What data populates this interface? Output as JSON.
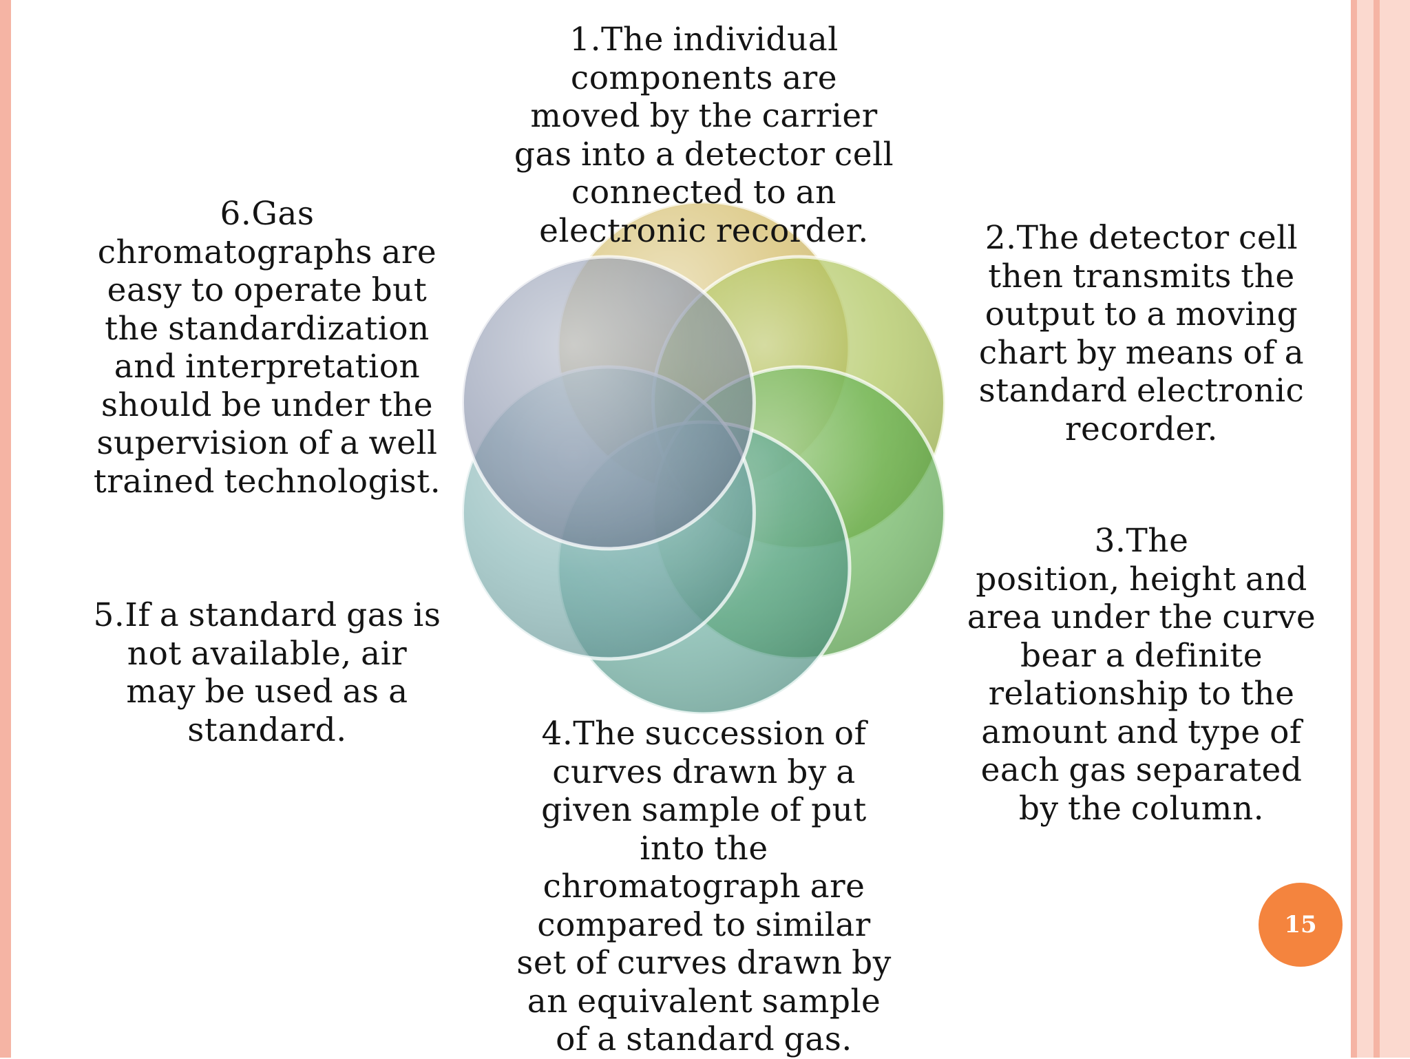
{
  "steps": [
    {
      "id": "1",
      "text": "1.The individual\ncomponents are\nmoved by the carrier\ngas into a detector cell\nconnected to an\nelectronic recorder."
    },
    {
      "id": "2",
      "text": "2.The detector cell\nthen transmits the\noutput to a moving\nchart by means of a\nstandard electronic\nrecorder."
    },
    {
      "id": "3",
      "text": "3.The\nposition, height and\narea under the curve\nbear a definite\nrelationship to the\namount and type of\neach gas separated\nby the column."
    },
    {
      "id": "4",
      "text": "4.The succession of\ncurves drawn by a\ngiven sample of put\ninto the\nchromatograph are\ncompared to similar\nset of curves drawn by\nan equivalent sample\nof a standard gas."
    },
    {
      "id": "5",
      "text": "5.If a standard gas is\nnot available, air\nmay be used as a\nstandard."
    },
    {
      "id": "6",
      "text": "6.Gas\nchromatographs are\neasy to operate but\nthe standardization\nand interpretation\nshould be under the\nsupervision of a well\ntrained technologist."
    }
  ],
  "circles": [
    {
      "step": "1",
      "color": "#c7a83c"
    },
    {
      "step": "2",
      "color": "#98b52e"
    },
    {
      "step": "3",
      "color": "#4aa63a"
    },
    {
      "step": "4",
      "color": "#4e9d8c"
    },
    {
      "step": "5",
      "color": "#6fa8a8"
    },
    {
      "step": "6",
      "color": "#7c87a3"
    }
  ],
  "page_number": "15"
}
